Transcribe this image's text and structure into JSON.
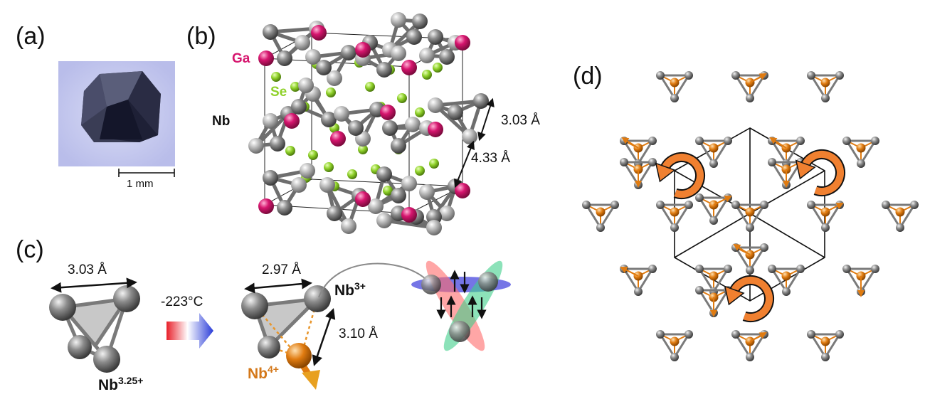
{
  "panels": {
    "a": "(a)",
    "b": "(b)",
    "c": "(c)",
    "d": "(d)"
  },
  "panel_a": {
    "scale_bar": "1 mm"
  },
  "panel_b": {
    "atom_labels": {
      "ga": "Ga",
      "se": "Se",
      "nb": "Nb"
    },
    "distances": {
      "intra": "3.03 Å",
      "inter": "4.33 Å"
    }
  },
  "panel_c": {
    "left_distance": "3.03 Å",
    "left_ion": "Nb",
    "left_ion_sup": "3.25+",
    "temperature": "-223°C",
    "right_top_distance": "2.97 Å",
    "right_side_distance": "3.10 Å",
    "ion_3": "Nb",
    "ion_3_sup": "3+",
    "ion_4": "Nb",
    "ion_4_sup": "4+"
  },
  "colors": {
    "ga": "#d6156e",
    "se": "#8fd12a",
    "nb": "#7a7a7a",
    "nb4": "#e07b10",
    "orbital_red": "#ff6a6a",
    "orbital_green": "#3fcf8a",
    "orbital_blue": "#3b3bdc",
    "arrow_fill": "#ff8c33"
  }
}
